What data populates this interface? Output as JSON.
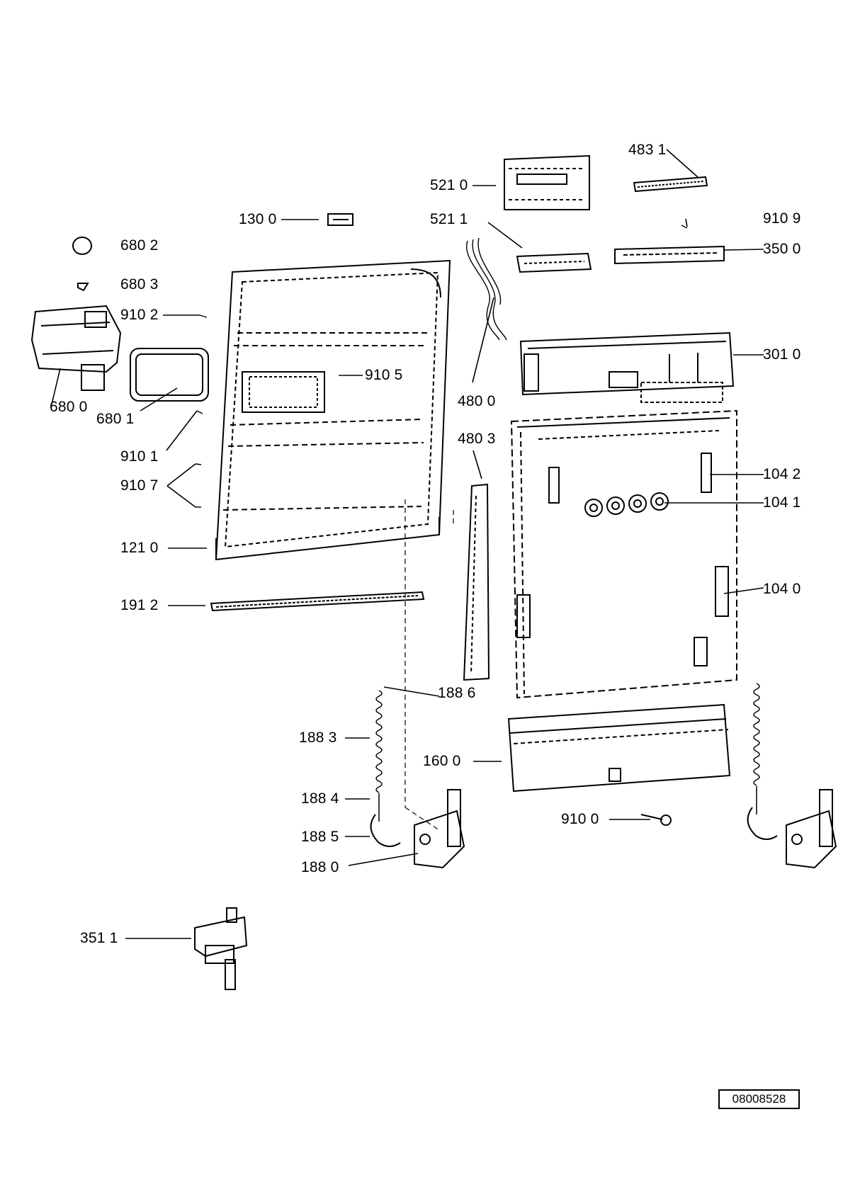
{
  "callouts": [
    {
      "id": "c-483-1",
      "text": "483 1"
    },
    {
      "id": "c-521-0",
      "text": "521 0"
    },
    {
      "id": "c-130-0",
      "text": "130 0"
    },
    {
      "id": "c-521-1",
      "text": "521 1"
    },
    {
      "id": "c-910-9",
      "text": "910 9"
    },
    {
      "id": "c-350-0",
      "text": "350 0"
    },
    {
      "id": "c-680-2",
      "text": "680 2"
    },
    {
      "id": "c-680-3",
      "text": "680 3"
    },
    {
      "id": "c-910-2",
      "text": "910 2"
    },
    {
      "id": "c-910-5",
      "text": "910 5"
    },
    {
      "id": "c-301-0",
      "text": "301 0"
    },
    {
      "id": "c-680-0",
      "text": "680 0"
    },
    {
      "id": "c-680-1",
      "text": "680 1"
    },
    {
      "id": "c-480-0",
      "text": "480 0"
    },
    {
      "id": "c-910-1",
      "text": "910 1"
    },
    {
      "id": "c-480-3",
      "text": "480 3"
    },
    {
      "id": "c-910-7",
      "text": "910 7"
    },
    {
      "id": "c-104-2",
      "text": "104 2"
    },
    {
      "id": "c-104-1",
      "text": "104 1"
    },
    {
      "id": "c-121-0",
      "text": "121 0"
    },
    {
      "id": "c-104-0",
      "text": "104 0"
    },
    {
      "id": "c-191-2",
      "text": "191 2"
    },
    {
      "id": "c-188-6",
      "text": "188 6"
    },
    {
      "id": "c-188-3",
      "text": "188 3"
    },
    {
      "id": "c-160-0",
      "text": "160 0"
    },
    {
      "id": "c-188-4",
      "text": "188 4"
    },
    {
      "id": "c-910-0",
      "text": "910 0"
    },
    {
      "id": "c-188-5",
      "text": "188 5"
    },
    {
      "id": "c-188-0",
      "text": "188 0"
    },
    {
      "id": "c-351-1",
      "text": "351 1"
    }
  ],
  "document_code": "08008528"
}
